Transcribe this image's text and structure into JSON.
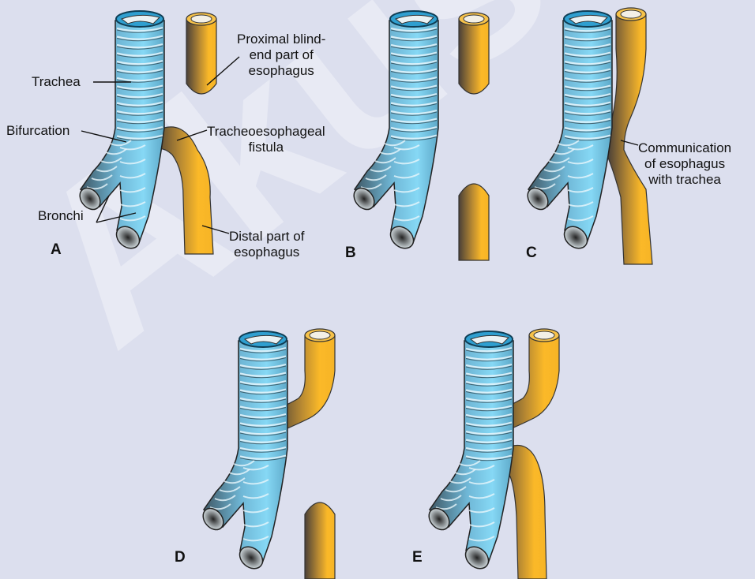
{
  "figure": {
    "panels": [
      {
        "letter": "A"
      },
      {
        "letter": "B"
      },
      {
        "letter": "C"
      },
      {
        "letter": "D"
      },
      {
        "letter": "E"
      }
    ],
    "labels": {
      "proximal": "Proximal blind-\nend part of\nesophagus",
      "trachea": "Trachea",
      "bifurcation": "Bifurcation",
      "fistula": "Tracheoesophageal\nfistula",
      "bronchi": "Bronchi",
      "distal": "Distal part of\nesophagus",
      "communication": "Communication\nof esophagus\nwith trachea"
    },
    "watermark": "Akusher-L"
  },
  "colors": {
    "background": "#dcdfee",
    "trachea_light": "#7fd4f2",
    "trachea_dark": "#4e6673",
    "esophagus_light": "#f9b829",
    "esophagus_dark": "#4a4038"
  }
}
